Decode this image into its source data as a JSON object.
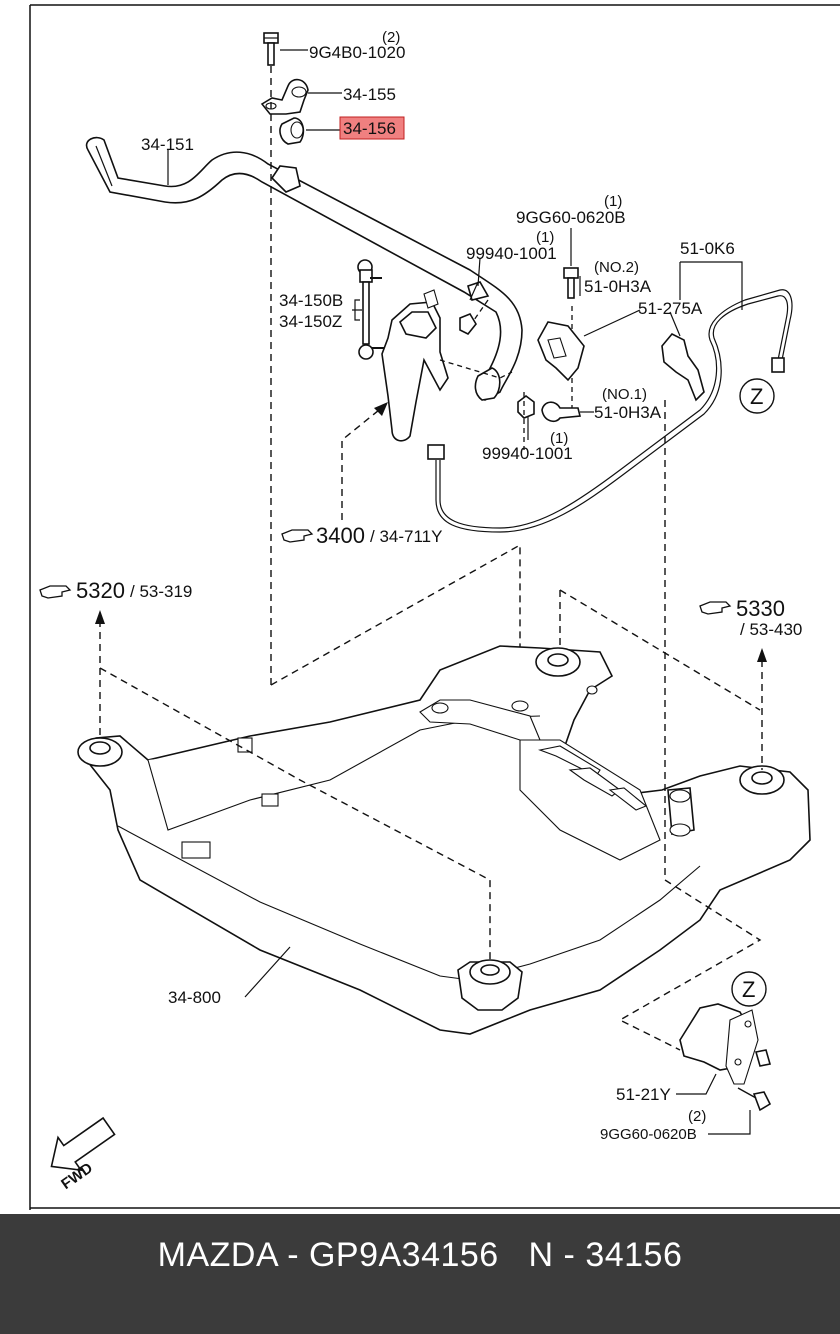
{
  "diagram": {
    "labels": {
      "qty_2_top": "(2)",
      "p_9g4b0_1020": "9G4B0-1020",
      "p_34_155": "34-155",
      "p_34_156": "34-156",
      "p_34_151": "34-151",
      "qty_1_a": "(1)",
      "p_9gg60_0620b_top": "9GG60-0620B",
      "qty_1_b": "(1)",
      "p_99940_1001_top": "99940-1001",
      "no2": "(NO.2)",
      "p_51_0h3a_top": "51-0H3A",
      "p_51_0k6": "51-0K6",
      "p_51_275a": "51-275A",
      "p_34_150b": "34-150B",
      "p_34_150z": "34-150Z",
      "no1": "(NO.1)",
      "p_51_0h3a_bottom": "51-0H3A",
      "qty_1_c": "(1)",
      "p_99940_1001_bottom": "99940-1001",
      "ref_3400": "3400",
      "ref_34_711y": "/ 34-711Y",
      "ref_5320": "5320",
      "ref_53_319": "/ 53-319",
      "ref_5330": "5330",
      "ref_53_430": "/ 53-430",
      "p_34_800": "34-800",
      "z_top": "Z",
      "z_bottom": "Z",
      "p_51_21y": "51-21Y",
      "qty_2_bottom": "(2)",
      "p_9gg60_0620b_bottom": "9GG60-0620B",
      "fwd": "FWD"
    },
    "highlight_color": "#f08080"
  },
  "footer": {
    "text": "MAZDA - GP9A34156   N - 34156"
  }
}
